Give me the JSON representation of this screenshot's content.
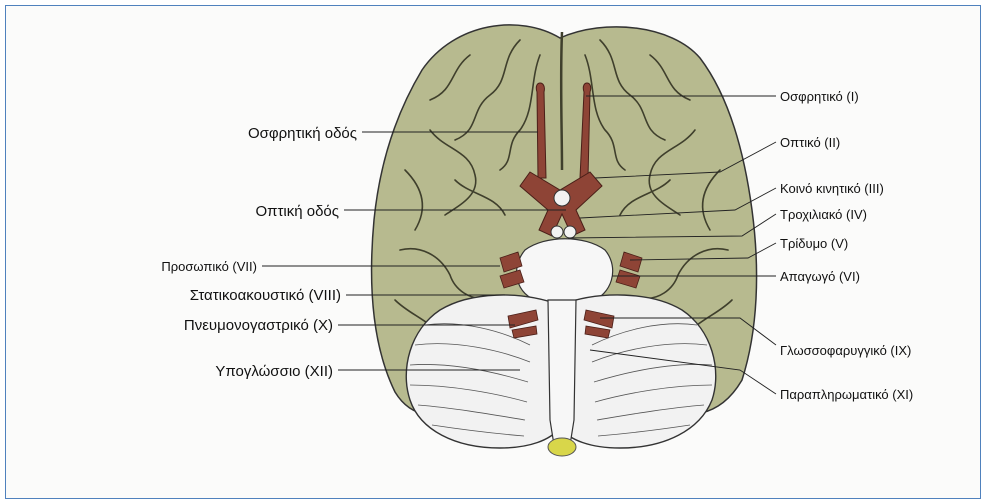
{
  "figure": {
    "labels_left": [
      {
        "id": "olfactory-tract",
        "text": "Οσφρητική οδός"
      },
      {
        "id": "optic-tract",
        "text": "Οπτική οδός"
      },
      {
        "id": "facial-nerve",
        "text": "Προσωπικό (VII)"
      },
      {
        "id": "vestibulocochlear-nerve",
        "text": "Στατικοακουστικό (VIII)"
      },
      {
        "id": "vagus-nerve",
        "text": "Πνευμονογαστρικό (Χ)"
      },
      {
        "id": "hypoglossal-nerve",
        "text": "Υπογλώσσιο (XII)"
      }
    ],
    "labels_right": [
      {
        "id": "olfactory-nerve",
        "text": "Οσφρητικό (I)"
      },
      {
        "id": "optic-nerve",
        "text": "Οπτικό (II)"
      },
      {
        "id": "oculomotor-nerve",
        "text": "Κοινό κινητικό (III)"
      },
      {
        "id": "trochlear-nerve",
        "text": "Τροχιλιακό (IV)"
      },
      {
        "id": "trigeminal-nerve",
        "text": "Τρίδυμο (V)"
      },
      {
        "id": "abducens-nerve",
        "text": "Απαγωγό (VI)"
      },
      {
        "id": "glossopharyngeal-nerve",
        "text": "Γλωσσοφαρυγγικό (IX)"
      },
      {
        "id": "accessory-nerve",
        "text": "Παραπληρωματικό (XI)"
      }
    ]
  },
  "colors": {
    "frame": "#4f81bd",
    "cerebrum": "#b7ba8f",
    "sulcus": "#3f3f2c",
    "nerve": "#8e4436",
    "cerebellum": "#f2f2f2",
    "brainstem": "#f7f7f7",
    "leader": "#222222"
  }
}
